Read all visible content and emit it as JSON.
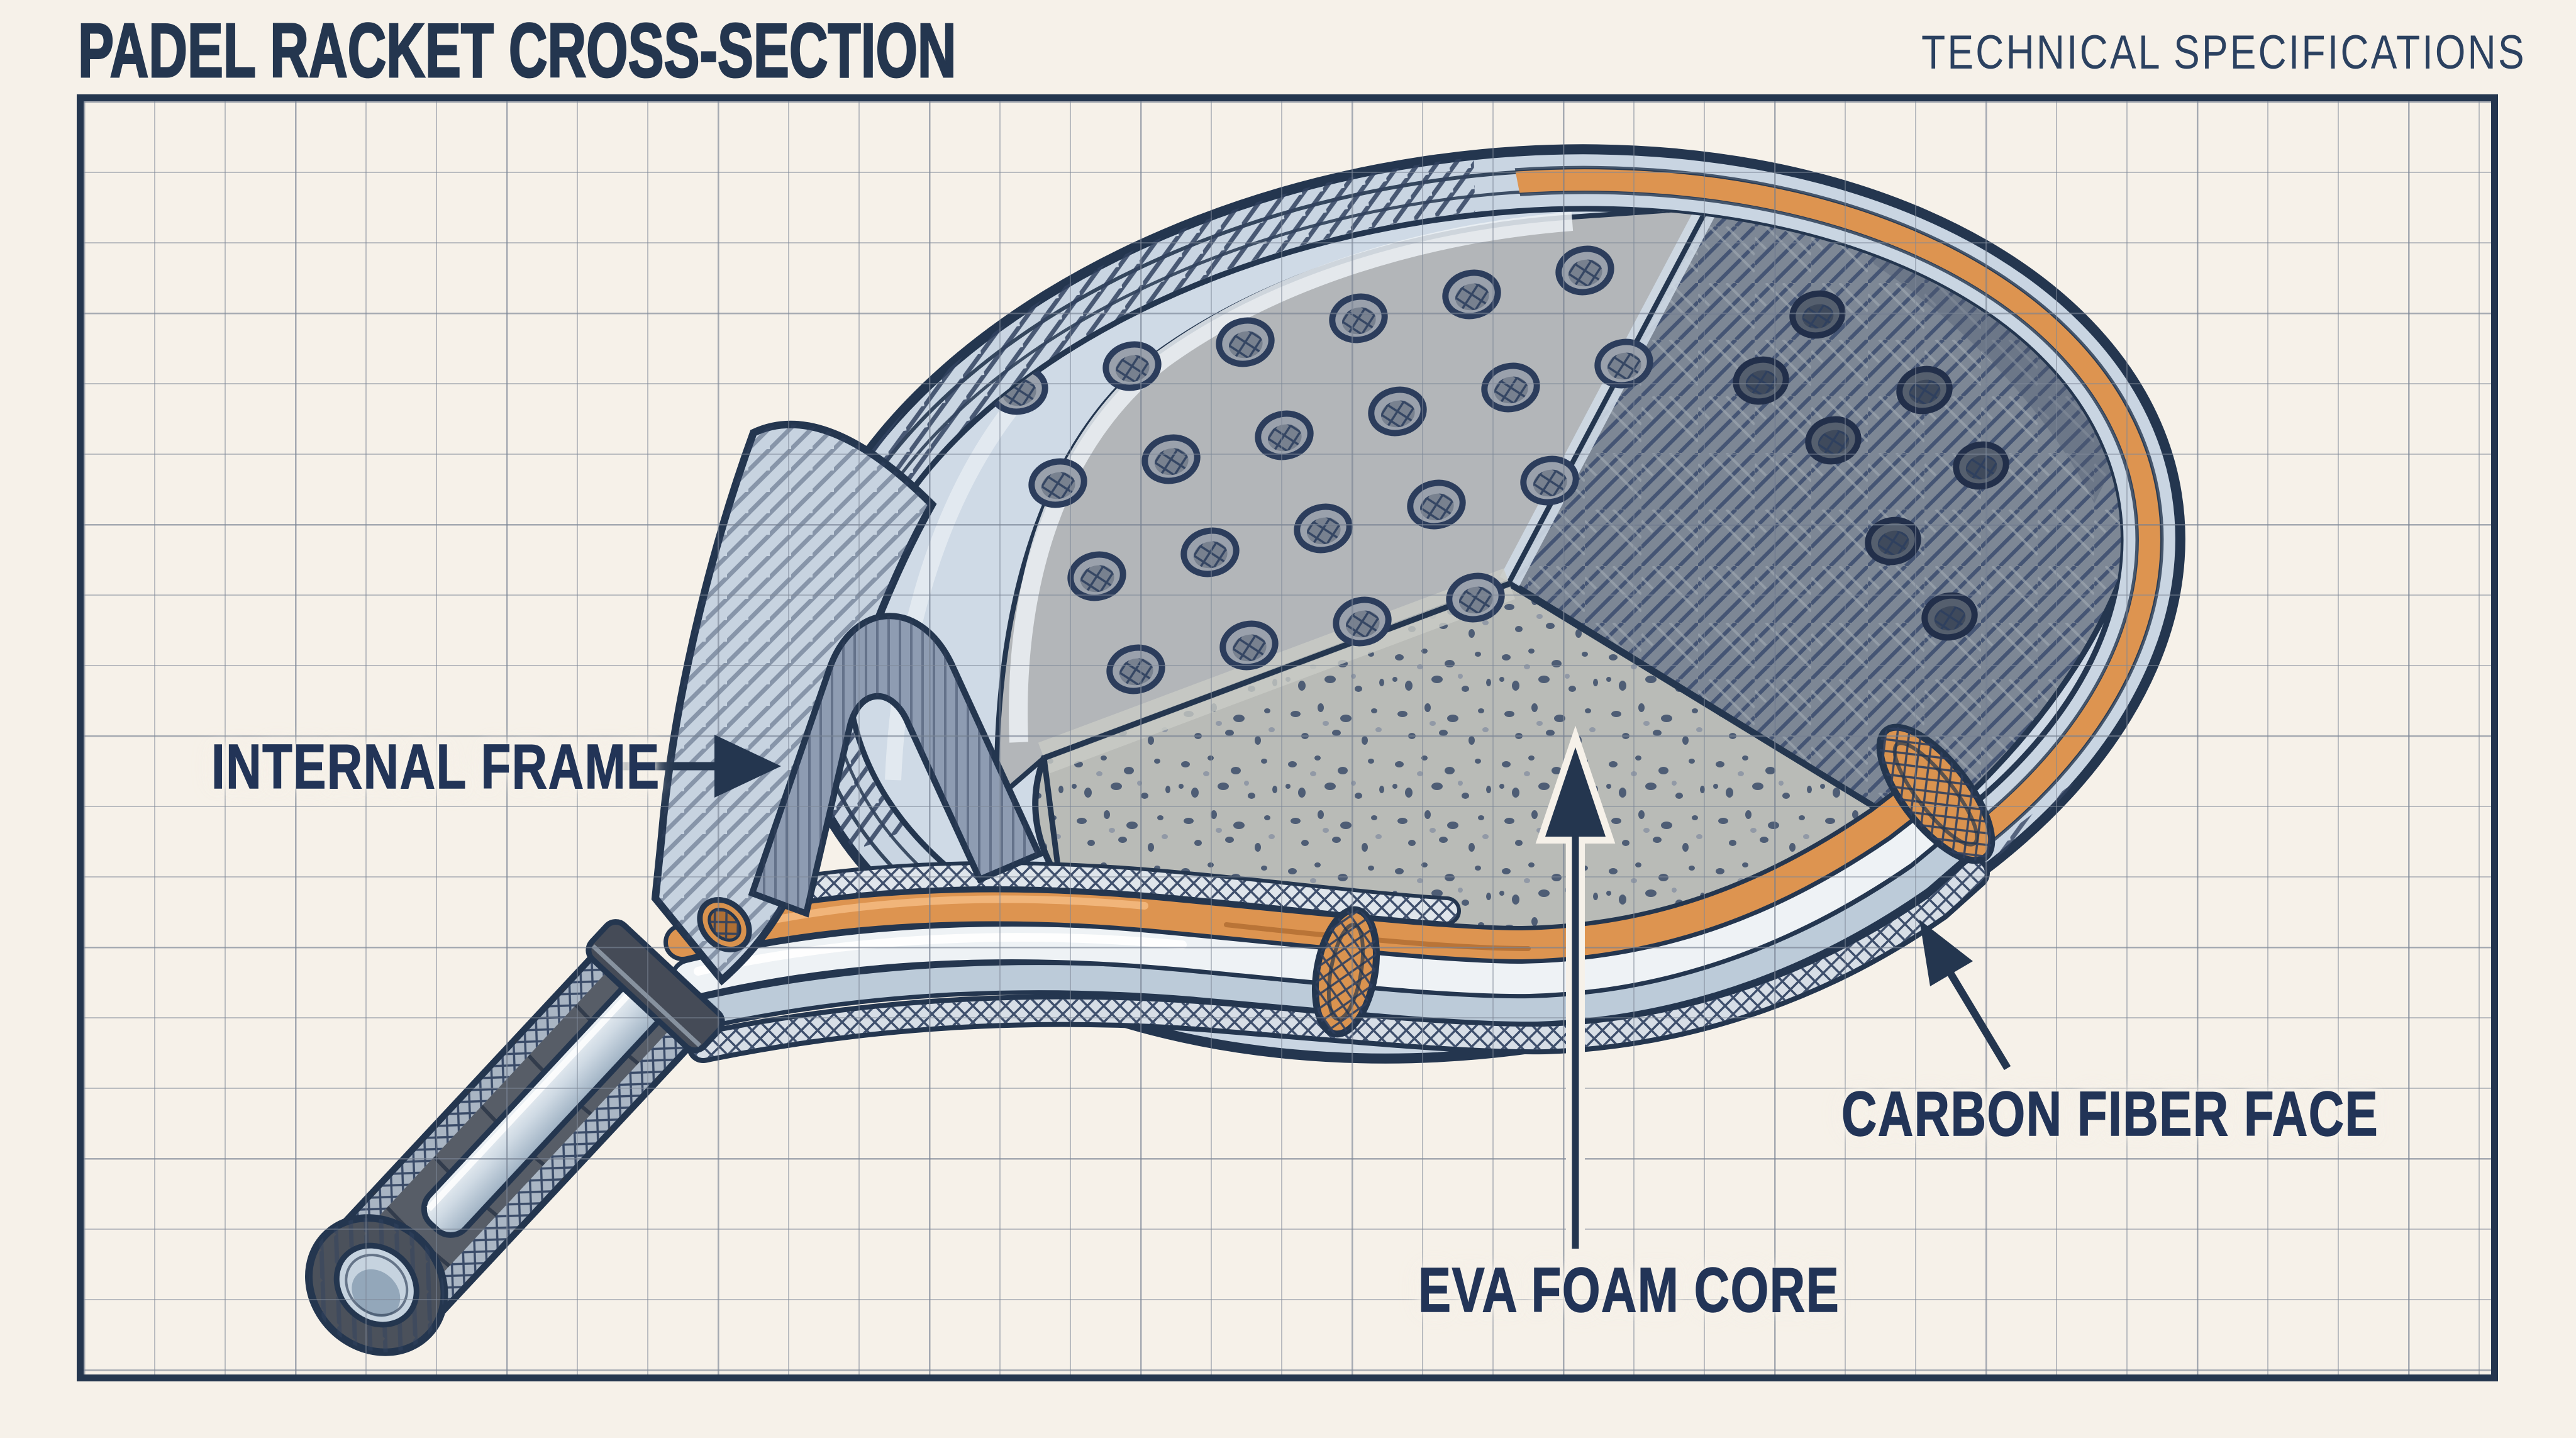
{
  "header": {
    "title": "PADEL RACKET CROSS-SECTION",
    "subtitle": "TECHNICAL SPECIFICATIONS"
  },
  "labels": [
    {
      "id": "internal-frame",
      "text": "INTERNAL FRAME",
      "arrow_direction": "right",
      "points_to": "racket left frame rail"
    },
    {
      "id": "eva-foam-core",
      "text": "EVA FOAM CORE",
      "arrow_direction": "up",
      "points_to": "speckled foam core cross-section"
    },
    {
      "id": "carbon-fiber-face",
      "text": "CARBON FIBER FACE",
      "arrow_direction": "up-left",
      "points_to": "lower-right rim / carbon face"
    }
  ],
  "colors": {
    "paper": "#f6f1e9",
    "grid_line": "#8a94a8",
    "frame_navy": "#24364f",
    "label_navy": "#223457",
    "rim_light_blue": "#c9d5e2",
    "face_gray": "#b3b6b9",
    "carbon_gray": "#7d8795",
    "foam_gray": "#b9bbb7",
    "foam_speckle": "#3f4f6c",
    "accent_orange": "#dd9450",
    "handle_dark": "#575d67",
    "tube_silver": "#eef2f5"
  }
}
